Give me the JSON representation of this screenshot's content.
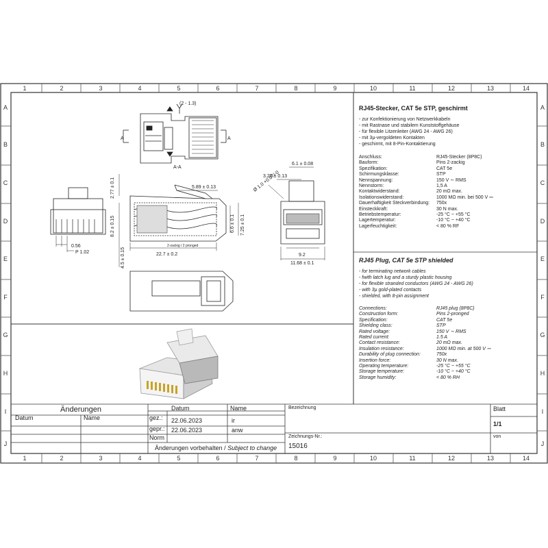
{
  "frame": {
    "columns": [
      "1",
      "2",
      "3",
      "4",
      "5",
      "6",
      "7",
      "8",
      "9",
      "10",
      "11",
      "12",
      "13",
      "14"
    ],
    "rows": [
      "C",
      "D",
      "E",
      "F",
      "G",
      "H",
      "I",
      "J"
    ],
    "rows_top": [
      "A",
      "B"
    ]
  },
  "views": {
    "section_label": "(2 - 1.3)",
    "section_a_left": "A",
    "section_a_right": "A",
    "section_aa": "A-A",
    "dims": {
      "d277": "2.77 ± 0.1",
      "d589": "5.89 ± 0.13",
      "d82": "8.2 ± 0.15",
      "d66": "6.6 ± 0.1",
      "d725": "7.25 ± 0.1",
      "d227": "22.7 ± 0.2",
      "zackig": "2-zackig / 2 pronged",
      "d45": "4.5 ± 0.15",
      "d056": "0.56",
      "dp102": "P 1.02",
      "d61": "6.1 ± 0.08",
      "d325": "3.25 ± 0.13",
      "dphi": "Ø 1.0 +0.07/-0",
      "d92": "9.2",
      "d1168": "11.68 ± 0.1"
    }
  },
  "spec_de": {
    "title": "RJ45-Stecker, CAT 5e STP, geschirmt",
    "bullets": [
      "- zur Konfektionierung von Netzwerkkabeln",
      "- mit Rastnase und stabilem Kunststoffgehäuse",
      "- für flexible Litzenleiter (AWG 24 - AWG 26)",
      "- mit 3µ-vergoldeten Kontakten",
      "- geschirmt, mit 8-Pin-Kontaktierung"
    ],
    "rows": [
      {
        "k": "Anschluss:",
        "v": "RJ45-Stecker (8P8C)"
      },
      {
        "k": "Bauform:",
        "v": "Pins 2-zackig"
      },
      {
        "k": "Spezifikation:",
        "v": "CAT 5e"
      },
      {
        "k": "Schirmungsklasse:",
        "v": "STP"
      },
      {
        "k": "Nennspannung:",
        "v": "150 V ∼ RMS"
      },
      {
        "k": "Nennstorm:",
        "v": "1,5 A"
      },
      {
        "k": "Kontaktwiderstand:",
        "v": "20 mΩ max."
      },
      {
        "k": "Isolationswiderstand:",
        "v": "1000 MΩ min. bei 500 V ⎓"
      },
      {
        "k": "Dauerhaftigkeit Steckverbindung:",
        "v": "750x"
      },
      {
        "k": "Einsteckkraft:",
        "v": "30 N max."
      },
      {
        "k": "Betriebstemperatur:",
        "v": "-25 °C ~ +55 °C"
      },
      {
        "k": "Lagertemperatur:",
        "v": "-10 °C ~ +40 °C"
      },
      {
        "k": "Lagerfeuchtigkeit:",
        "v": "< 80 % RF"
      }
    ]
  },
  "spec_en": {
    "title": "RJ45 Plug, CAT 5e STP shielded",
    "bullets": [
      "- for terminating network cables",
      "- fwith latch lug and a sturdy plastic housing",
      "- for flexible stranded conductors (AWG 24 - AWG 26)",
      "- with 3µ gold-plated contacts",
      "- shielded, with 8-pin assignment"
    ],
    "rows": [
      {
        "k": "Connections:",
        "v": "RJ45 plug (8P8C)"
      },
      {
        "k": "Construction form:",
        "v": "Pins 2-pronged"
      },
      {
        "k": "Specification:",
        "v": "CAT 5e"
      },
      {
        "k": "Shielding class:",
        "v": "STP"
      },
      {
        "k": "Rated voltage:",
        "v": "150 V ∼ RMS"
      },
      {
        "k": "Rated current:",
        "v": "1.5 A"
      },
      {
        "k": "Contact resistance:",
        "v": "20 mΩ max."
      },
      {
        "k": "Insulation resistance:",
        "v": "1000 MΩ min. at 500 V ⎓"
      },
      {
        "k": "Durability of plug connection:",
        "v": "750x"
      },
      {
        "k": "Insertion force:",
        "v": "30 N max."
      },
      {
        "k": "Operating temperature:",
        "v": "-25 °C ~ +55 °C"
      },
      {
        "k": "Storage temperature:",
        "v": "-10 °C ~ +40 °C"
      },
      {
        "k": "Storage humidity:",
        "v": "< 80 % RH"
      }
    ]
  },
  "title_block": {
    "aenderungen": "Änderungen",
    "datum1": "Datum",
    "name1": "Name",
    "datum2": "Datum",
    "name2": "Name",
    "gez": "gez.:",
    "gez_date": "22.06.2023",
    "gez_name": "ir",
    "gepr": "gepr.:",
    "gepr_date": "22.06.2023",
    "gepr_name": "anw",
    "norm": "Norm",
    "disclaimer_de": "Änderungen vorbehalten / ",
    "disclaimer_en": "Subject to change",
    "bezeichnung": "Bezeichnung",
    "zeichnungsnr": "Zeichnungs-Nr.:",
    "zeichnungsnr_value": "15016",
    "blatt": "Blatt",
    "blatt_value": "1/1",
    "von": "von"
  }
}
